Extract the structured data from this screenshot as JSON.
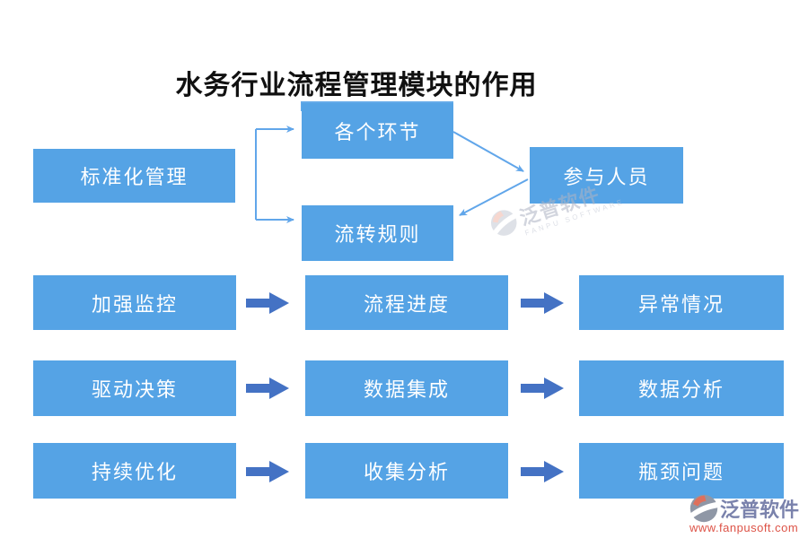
{
  "title": {
    "text": "水务行业流程管理模块的作用"
  },
  "top_flow": {
    "source": {
      "label": "标准化管理"
    },
    "branches": [
      {
        "label": "各个环节"
      },
      {
        "label": "流转规则"
      }
    ],
    "target": {
      "label": "参与人员"
    }
  },
  "grid": {
    "rows": [
      {
        "cells": [
          {
            "label": "加强监控"
          },
          {
            "label": "流程进度"
          },
          {
            "label": "异常情况"
          }
        ]
      },
      {
        "cells": [
          {
            "label": "驱动决策"
          },
          {
            "label": "数据集成"
          },
          {
            "label": "数据分析"
          }
        ]
      },
      {
        "cells": [
          {
            "label": "持续优化"
          },
          {
            "label": "收集分析"
          },
          {
            "label": "瓶颈问题"
          }
        ]
      }
    ]
  },
  "watermark_center": {
    "brand": "泛普软件",
    "brand_sub": "FANPU SOFTWARE"
  },
  "watermark_corner": {
    "brand": "泛普软件",
    "url": "www.fanpusoft.com"
  },
  "colors": {
    "box_blue": "#55A3E5",
    "connector_blue": "#61A6EA",
    "block_arrow_blue": "#4472C4",
    "underline_blue": "#64AAE9",
    "brand_text": "#7A82AC",
    "url_red": "#DD5347"
  }
}
